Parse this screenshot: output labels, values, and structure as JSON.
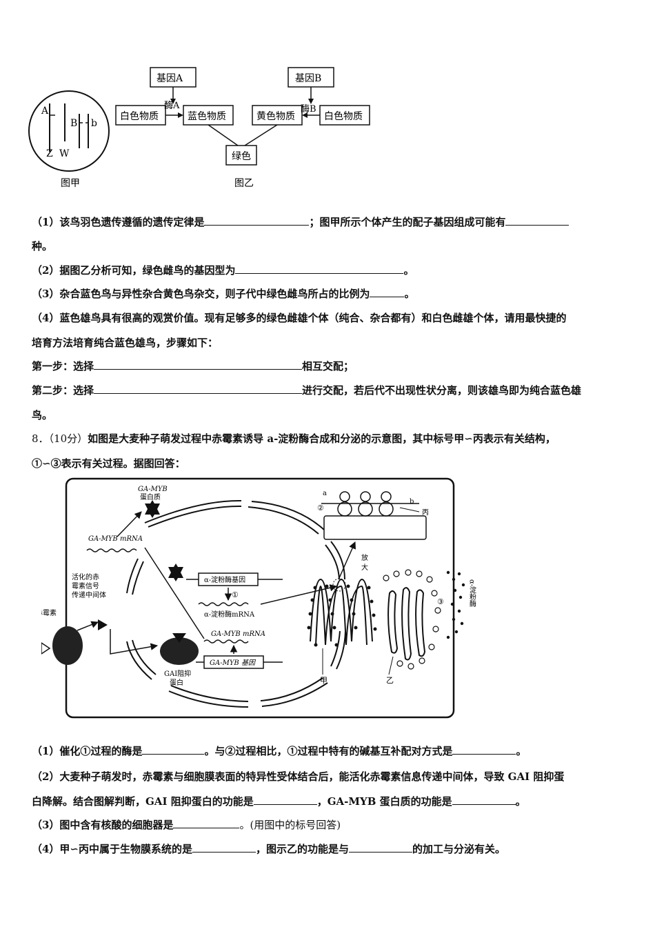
{
  "figure_top": {
    "fig_jia": {
      "A": "A",
      "B": "B",
      "b": "b",
      "Z": "Z",
      "W": "W",
      "caption": "图甲"
    },
    "fig_yi": {
      "geneA": "基因A",
      "geneB": "基因B",
      "enzymeA": "酶A",
      "enzymeB": "酶B",
      "white1": "白色物质",
      "blue": "蓝色物质",
      "yellow": "黄色物质",
      "white2": "白色物质",
      "green": "绿色",
      "caption": "图乙"
    }
  },
  "q7": {
    "p1_a": "（1）该鸟羽色遗传遵循的遗传定律是",
    "p1_b": "；图甲所示个体产生的配子基因组成可能有",
    "p1_c": "种。",
    "p2_a": "（2）据图乙分析可知，绿色雌鸟的基因型为",
    "p2_b": "。",
    "p3_a": "（3）杂合蓝色鸟与异性杂合黄色鸟杂交，则子代中绿色雌鸟所占的比例为",
    "p3_b": "。",
    "p4_a": "（4）蓝色雄鸟具有很高的观赏价值。现有足够多的绿色雌雄个体（纯合、杂合都有）和白色雌雄个体，请用最快捷的",
    "p4_b": "培育方法培育纯合蓝色雄鸟，步骤如下：",
    "step1_a": "第一步：选择",
    "step1_b": "相互交配；",
    "step2_a": "第二步：选择",
    "step2_b": "进行交配，若后代不出现性状分离，则该雄鸟即为纯合蓝色雄",
    "step2_c": "鸟。"
  },
  "q8": {
    "intro_a": "8．",
    "intro_score": "（10分）",
    "intro_b": "如图是大麦种子萌发过程中赤霉素诱导 a-淀粉酶合成和分泌的示意图，其中标号甲∽丙表示有关结构，",
    "intro_c": "①∽③表示有关过程。据图回答：",
    "figure": {
      "ga_myb_protein": "GA-MYB",
      "protein_word": "蛋白质",
      "ga_myb_mrna_top": "GA-MYB mRNA",
      "activated_1": "活化的赤",
      "activated_2": "霉素信号",
      "activated_3": "传递中间体",
      "gibberellin": "赤霉素",
      "amylase_gene": "α-淀粉酶基因",
      "step1": "①",
      "amylase_mrna": "α-淀粉酶mRNA",
      "ga_myb_mrna": "GA-MYB mRNA",
      "gai_1": "GAI阻抑",
      "gai_2": "蛋白",
      "ga_myb_gene": "GA-MYB 基因",
      "label_a": "a",
      "label_b": "b",
      "step2": "②",
      "bing": "丙",
      "enlarge_1": "放",
      "enlarge_2": "大",
      "step3": "③",
      "amylase_v": "α-淀粉酶",
      "jia": "甲",
      "yi": "乙"
    },
    "p1_a": "（1）催化①过程的酶是",
    "p1_b": "。与②过程相比，①过程中特有的碱基互补配对方式是",
    "p1_c": "。",
    "p2_a": "（2）大麦种子萌发时，赤霉素与细胞膜表面的特异性受体结合后，能活化赤霉素信息传递中间体，导致 GAI 阻抑蛋",
    "p2_b": "白降解。结合图解判断，GAI 阻抑蛋白的功能是",
    "p2_c": "，GA-MYB 蛋白质的功能是",
    "p2_d": "。",
    "p3_a": "（3）图中含有核酸的细胞器是",
    "p3_b": "。(用图中的标号回答)",
    "p4_a": "（4）甲∽丙中属于生物膜系统的是",
    "p4_b": "，图示乙的功能是与",
    "p4_c": "的加工与分泌有关。"
  }
}
